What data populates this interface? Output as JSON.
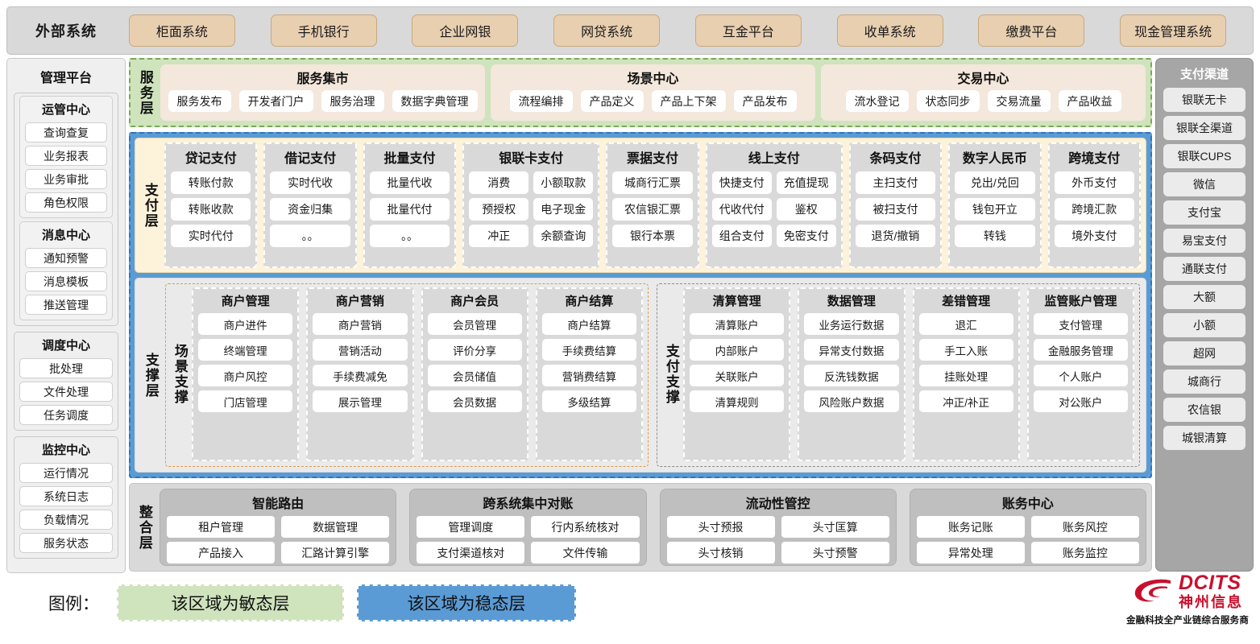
{
  "topbar": {
    "title": "外部系统",
    "items": [
      "柜面系统",
      "手机银行",
      "企业网银",
      "网贷系统",
      "互金平台",
      "收单系统",
      "缴费平台",
      "现金管理系统"
    ]
  },
  "left_sidebar": {
    "title": "管理平台",
    "groups": [
      {
        "title": "运管中心",
        "items": [
          "查询查复",
          "业务报表",
          "业务审批",
          "角色权限"
        ]
      },
      {
        "title": "消息中心",
        "items": [
          "通知预警",
          "消息模板",
          "推送管理"
        ]
      },
      {
        "title": "调度中心",
        "items": [
          "批处理",
          "文件处理",
          "任务调度"
        ]
      },
      {
        "title": "监控中心",
        "items": [
          "运行情况",
          "系统日志",
          "负载情况",
          "服务状态"
        ]
      }
    ]
  },
  "right_sidebar": {
    "title": "支付渠道",
    "items": [
      "银联无卡",
      "银联全渠道",
      "银联CUPS",
      "微信",
      "支付宝",
      "易宝支付",
      "通联支付",
      "大额",
      "小额",
      "超网",
      "城商行",
      "农信银",
      "城银清算"
    ]
  },
  "service_layer": {
    "label": "服务层",
    "panels": [
      {
        "title": "服务集市",
        "items": [
          "服务发布",
          "开发者门户",
          "服务治理",
          "数据字典管理"
        ]
      },
      {
        "title": "场景中心",
        "items": [
          "流程编排",
          "产品定义",
          "产品上下架",
          "产品发布"
        ]
      },
      {
        "title": "交易中心",
        "items": [
          "流水登记",
          "状态同步",
          "交易流量",
          "产品收益"
        ]
      }
    ]
  },
  "pay_layer": {
    "label": "支付层",
    "groups": [
      {
        "title": "贷记支付",
        "columns": 1,
        "items": [
          "转账付款",
          "转账收款",
          "实时代付"
        ]
      },
      {
        "title": "借记支付",
        "columns": 1,
        "items": [
          "实时代收",
          "资金归集",
          "。。"
        ]
      },
      {
        "title": "批量支付",
        "columns": 1,
        "items": [
          "批量代收",
          "批量代付",
          "。。"
        ]
      },
      {
        "title": "银联卡支付",
        "columns": 2,
        "items": [
          "消费",
          "小额取款",
          "预授权",
          "电子现金",
          "冲正",
          "余额查询"
        ]
      },
      {
        "title": "票据支付",
        "columns": 1,
        "items": [
          "城商行汇票",
          "农信银汇票",
          "银行本票"
        ]
      },
      {
        "title": "线上支付",
        "columns": 2,
        "items": [
          "快捷支付",
          "充值提现",
          "代收代付",
          "鉴权",
          "组合支付",
          "免密支付"
        ]
      },
      {
        "title": "条码支付",
        "columns": 1,
        "items": [
          "主扫支付",
          "被扫支付",
          "退货/撤销"
        ]
      },
      {
        "title": "数字人民币",
        "columns": 1,
        "items": [
          "兑出/兑回",
          "钱包开立",
          "转钱"
        ]
      },
      {
        "title": "跨境支付",
        "columns": 1,
        "items": [
          "外币支付",
          "跨境汇款",
          "境外支付"
        ]
      }
    ]
  },
  "support_layer": {
    "label": "支撑层",
    "panes": [
      {
        "label": "场景支撑",
        "groups": [
          {
            "title": "商户管理",
            "items": [
              "商户进件",
              "终端管理",
              "商户风控",
              "门店管理"
            ]
          },
          {
            "title": "商户营销",
            "items": [
              "商户营销",
              "营销活动",
              "手续费减免",
              "展示管理"
            ]
          },
          {
            "title": "商户会员",
            "items": [
              "会员管理",
              "评价分享",
              "会员储值",
              "会员数据"
            ]
          },
          {
            "title": "商户结算",
            "items": [
              "商户结算",
              "手续费结算",
              "营销费结算",
              "多级结算"
            ]
          }
        ]
      },
      {
        "label": "支付支撑",
        "groups": [
          {
            "title": "清算管理",
            "items": [
              "清算账户",
              "内部账户",
              "关联账户",
              "清算规则"
            ]
          },
          {
            "title": "数据管理",
            "items": [
              "业务运行数据",
              "异常支付数据",
              "反洗钱数据",
              "风险账户数据"
            ]
          },
          {
            "title": "差错管理",
            "items": [
              "退汇",
              "手工入账",
              "挂账处理",
              "冲正/补正"
            ]
          },
          {
            "title": "监管账户管理",
            "items": [
              "支付管理",
              "金融服务管理",
              "个人账户",
              "对公账户"
            ]
          }
        ]
      }
    ]
  },
  "integration_layer": {
    "label": "整合层",
    "groups": [
      {
        "title": "智能路由",
        "items": [
          "租户管理",
          "数据管理",
          "产品接入",
          "汇路计算引擎"
        ]
      },
      {
        "title": "跨系统集中对账",
        "items": [
          "管理调度",
          "行内系统核对",
          "支付渠道核对",
          "文件传输"
        ]
      },
      {
        "title": "流动性管控",
        "items": [
          "头寸预报",
          "头寸匡算",
          "头寸核销",
          "头寸预警"
        ]
      },
      {
        "title": "账务中心",
        "items": [
          "账务记账",
          "账务风控",
          "异常处理",
          "账务监控"
        ]
      }
    ]
  },
  "legend": {
    "label": "图例：",
    "agile": "该区域为敏态层",
    "stable": "该区域为稳态层"
  },
  "logo": {
    "brand": "DCITS",
    "brand_cn": "神州信息",
    "tagline": "金融科技全产业链综合服务商"
  },
  "colors": {
    "external_chip": "#e8cfb0",
    "agile_green": "#cfe3bd",
    "stable_blue": "#5b9bd5",
    "pay_layer_bg": "#fdf2da",
    "brand_red": "#c8102e",
    "right_sidebar_bg": "#a6a6a6"
  }
}
